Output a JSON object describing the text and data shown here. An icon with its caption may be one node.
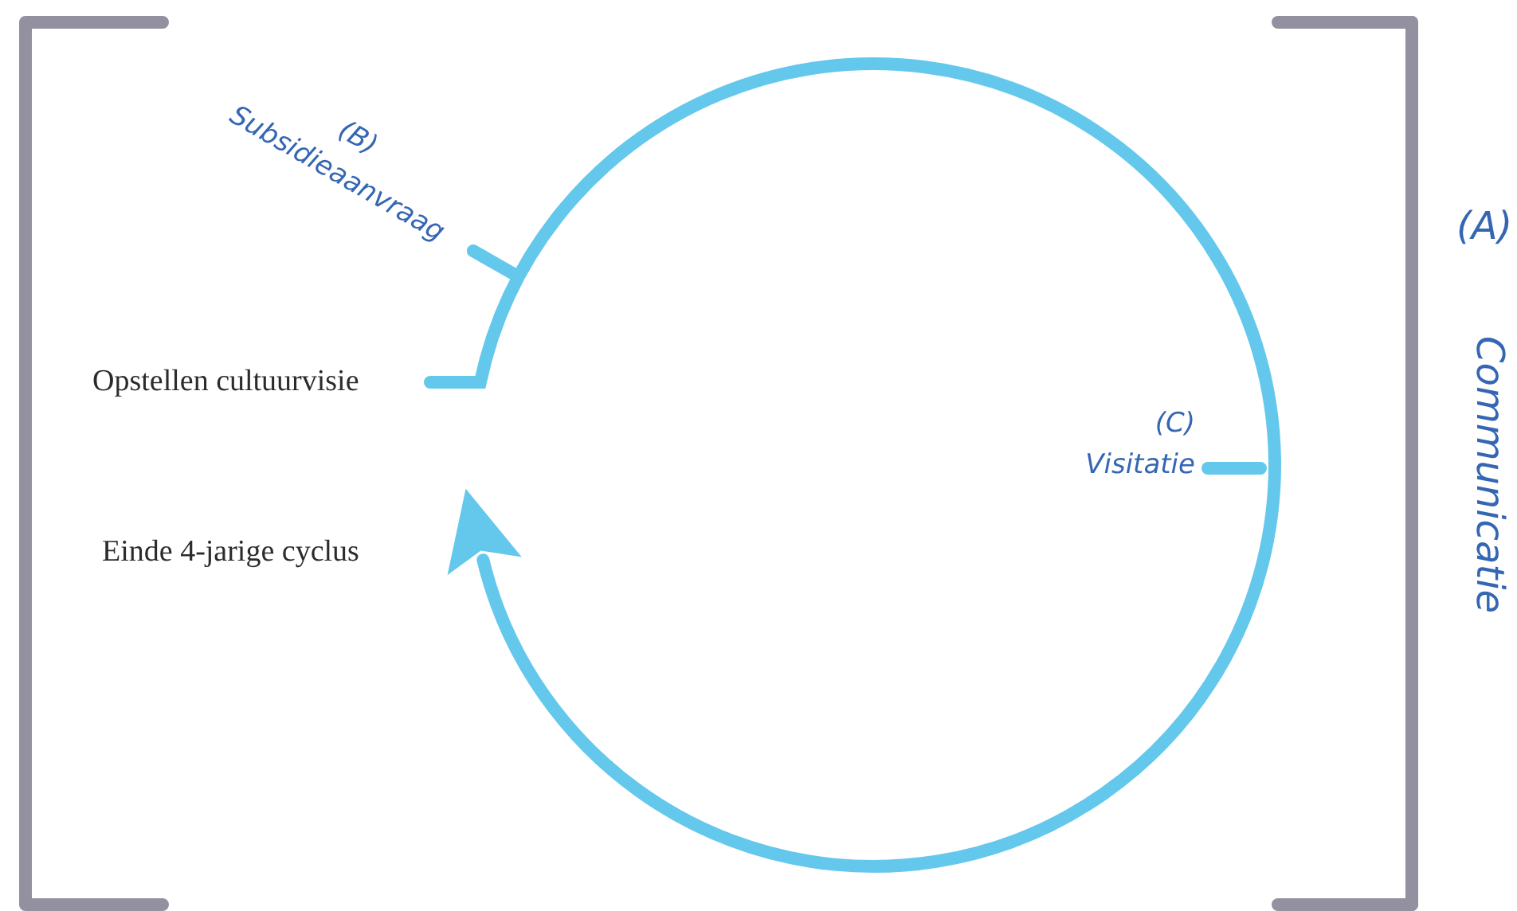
{
  "diagram": {
    "nodes": [
      {
        "text": [
          "Opstellen cultuurvisie"
        ]
      },
      {
        "text": [
          "Einde 4-jarige cyclus"
        ]
      },
      {
        "text": [
          "(B)",
          "Subsidieaanvraag"
        ]
      },
      {
        "text": [
          "(C)",
          "Visitatie"
        ]
      }
    ],
    "edges": [
      {
        "from": 0,
        "to": 1,
        "arrow": "to"
      },
      {
        "from": 2,
        "to": null,
        "arrow": "none"
      },
      {
        "from": 3,
        "to": null,
        "arrow": "none"
      }
    ],
    "labels": [
      "(A)",
      "Communicatie"
    ]
  }
}
